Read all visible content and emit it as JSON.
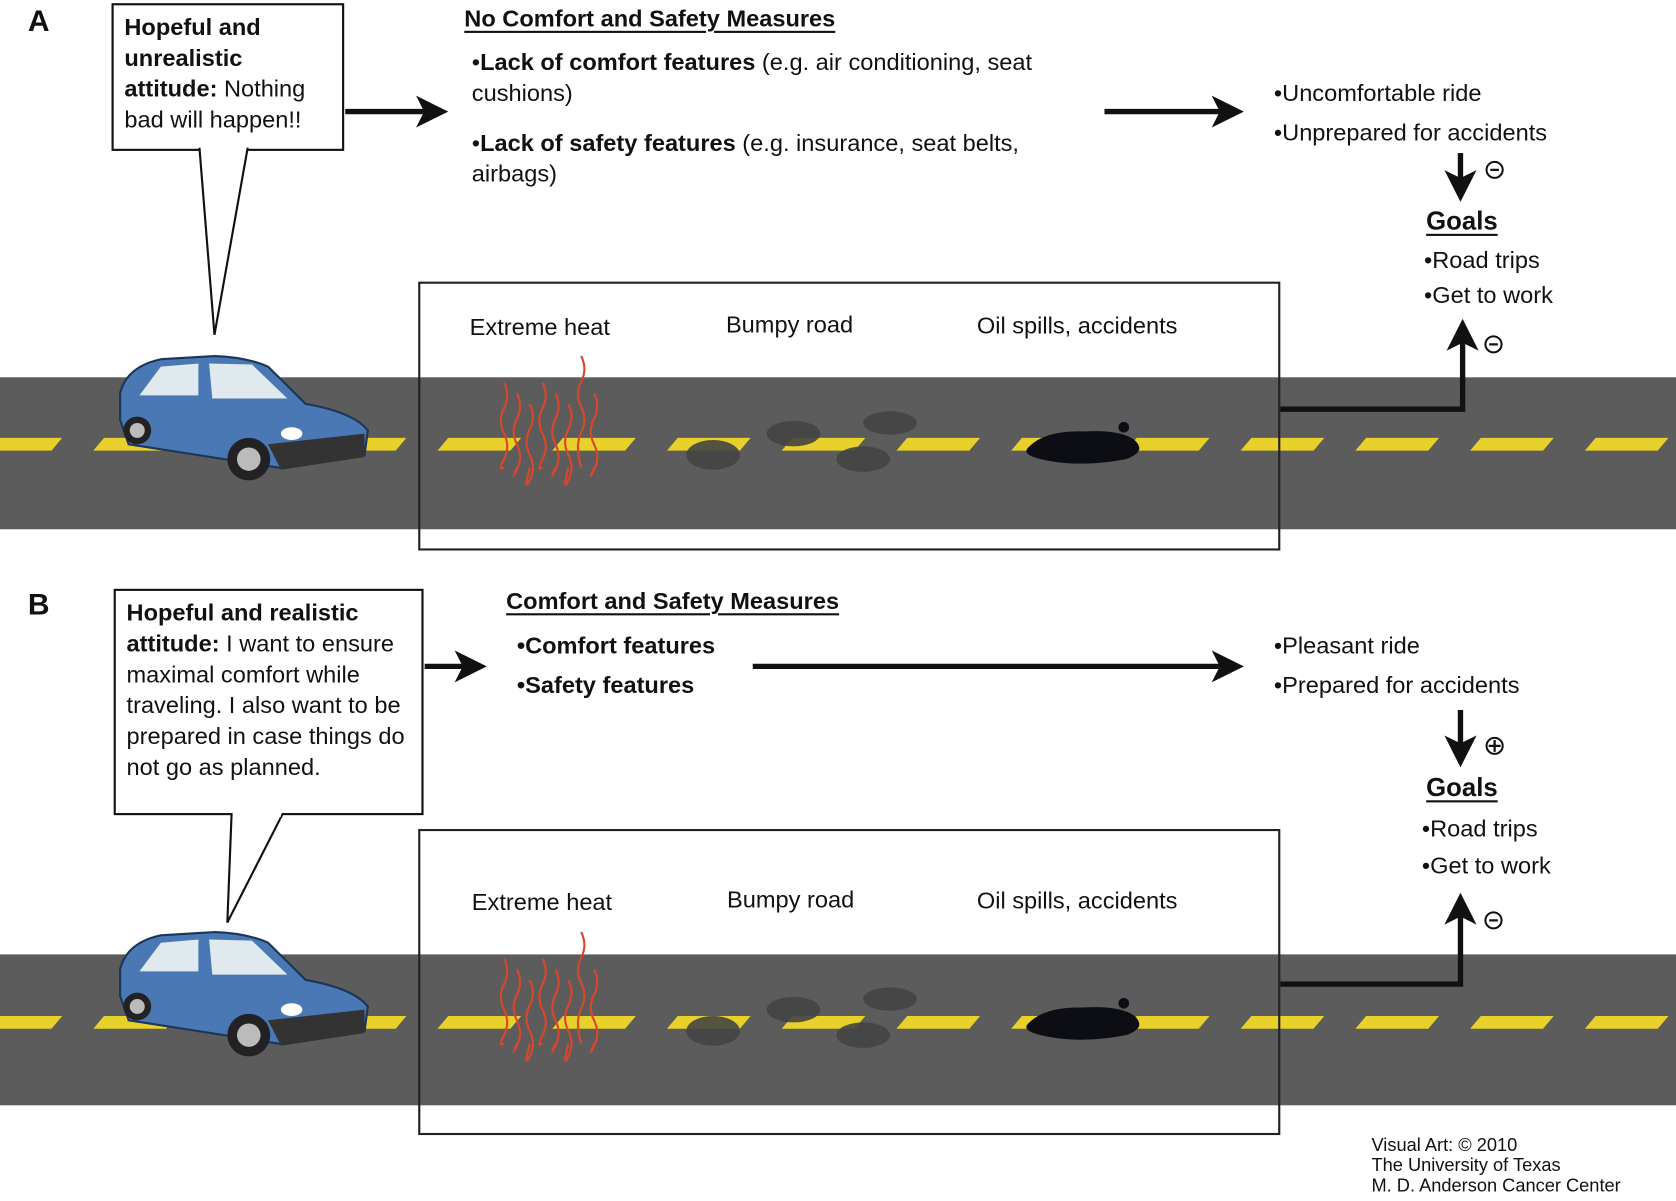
{
  "panel_a": {
    "letter": "A",
    "bubble_bold": "Hopeful and unrealistic attitude:",
    "bubble_text": " Nothing bad will happen!!",
    "measures_heading": "No Comfort and Safety Measures",
    "measure1_bold": "Lack of comfort features",
    "measure1_text": " (e.g. air conditioning, seat cushions)",
    "measure2_bold": "Lack of safety features",
    "measure2_text": " (e.g. insurance, seat belts, airbags)",
    "outcome1": "•Uncomfortable ride",
    "outcome2": "•Unprepared for accidents",
    "sign_top": "⊝",
    "goals_heading": "Goals",
    "goal1": "•Road trips",
    "goal2": "•Get to work",
    "sign_bottom": "⊝",
    "hazard1": "Extreme heat",
    "hazard2": "Bumpy road",
    "hazard3": "Oil spills, accidents"
  },
  "panel_b": {
    "letter": "B",
    "bubble_bold": "Hopeful and realistic attitude:",
    "bubble_text": " I want to ensure maximal comfort while traveling.  I also want to be prepared in case things do not go as planned.",
    "measures_heading": "Comfort and Safety Measures",
    "measure1_bold": "Comfort features",
    "measure2_bold": "Safety features",
    "outcome1": "•Pleasant ride",
    "outcome2": "•Prepared for accidents",
    "sign_top": "⊕",
    "goals_heading": "Goals",
    "goal1": "•Road trips",
    "goal2": "•Get to work",
    "sign_bottom": "⊝",
    "hazard1": "Extreme heat",
    "hazard2": "Bumpy road",
    "hazard3": "Oil spills, accidents"
  },
  "credit": {
    "line1": "Visual Art: © 2010",
    "line2": "The University of Texas",
    "line3": "M. D. Anderson Cancer Center"
  },
  "colors": {
    "road": "#5c5c5c",
    "lane": "#e8d12a",
    "car": "#4a78b4",
    "heat": "#d9472b"
  }
}
